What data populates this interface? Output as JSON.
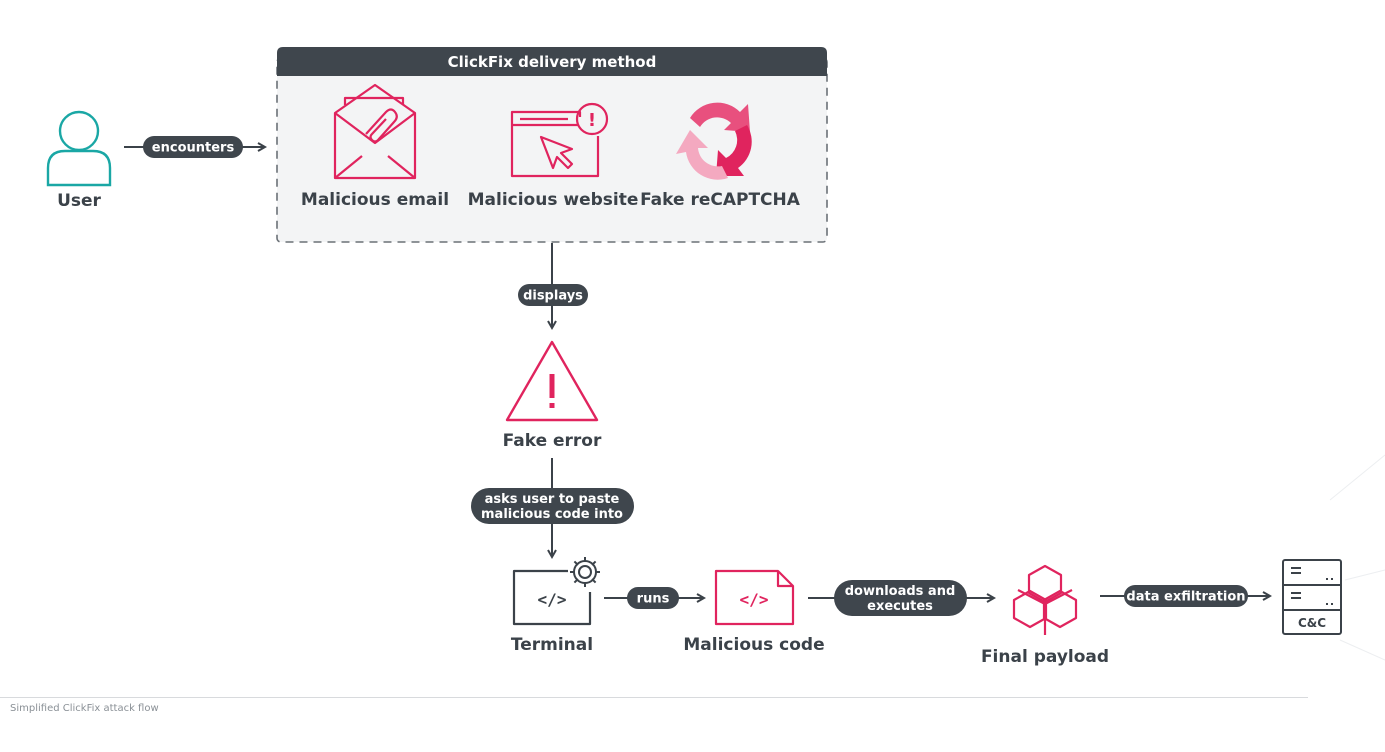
{
  "delivery_box": {
    "title": "ClickFix delivery method"
  },
  "nodes": {
    "user": "User",
    "malicious_email": "Malicious email",
    "malicious_website": "Malicious website",
    "fake_recaptcha": "Fake reCAPTCHA",
    "fake_error": "Fake error",
    "terminal": "Terminal",
    "malicious_code": "Malicious code",
    "final_payload": "Final payload",
    "cnc": "C&C"
  },
  "edges": {
    "encounters": "encounters",
    "displays": "displays",
    "asks_line1": "asks user to paste",
    "asks_line2": "malicious code into",
    "runs": "runs",
    "downloads_line1": "downloads and",
    "downloads_line2": "executes",
    "exfiltration": "data exfiltration"
  },
  "caption": "Simplified ClickFix attack flow",
  "colors": {
    "accent": "#e0245e",
    "user": "#1aa7a5",
    "dark": "#3b4249",
    "pill": "#3f464d",
    "recaptcha_light": "#f4a9c0",
    "recaptcha_mid": "#e8507e"
  }
}
